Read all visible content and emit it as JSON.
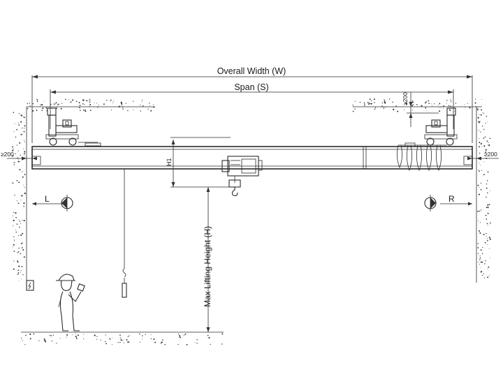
{
  "labels": {
    "overall_width": "Overall Width (W)",
    "span": "Span (S)",
    "clearance_top": "≥200",
    "clearance_left": "≥200",
    "clearance_right": "≥200",
    "h1": "H1",
    "max_lifting_height": "Max Lifting Height   (H)",
    "left_marker": "L",
    "right_marker": "R"
  },
  "colors": {
    "line": "#2a2a2a",
    "background": "#ffffff"
  },
  "icons": [
    "operator-figure-icon",
    "pendant-control-icon",
    "hoist-icon",
    "hook-icon",
    "power-switch-icon",
    "crane-wheel-icon"
  ]
}
